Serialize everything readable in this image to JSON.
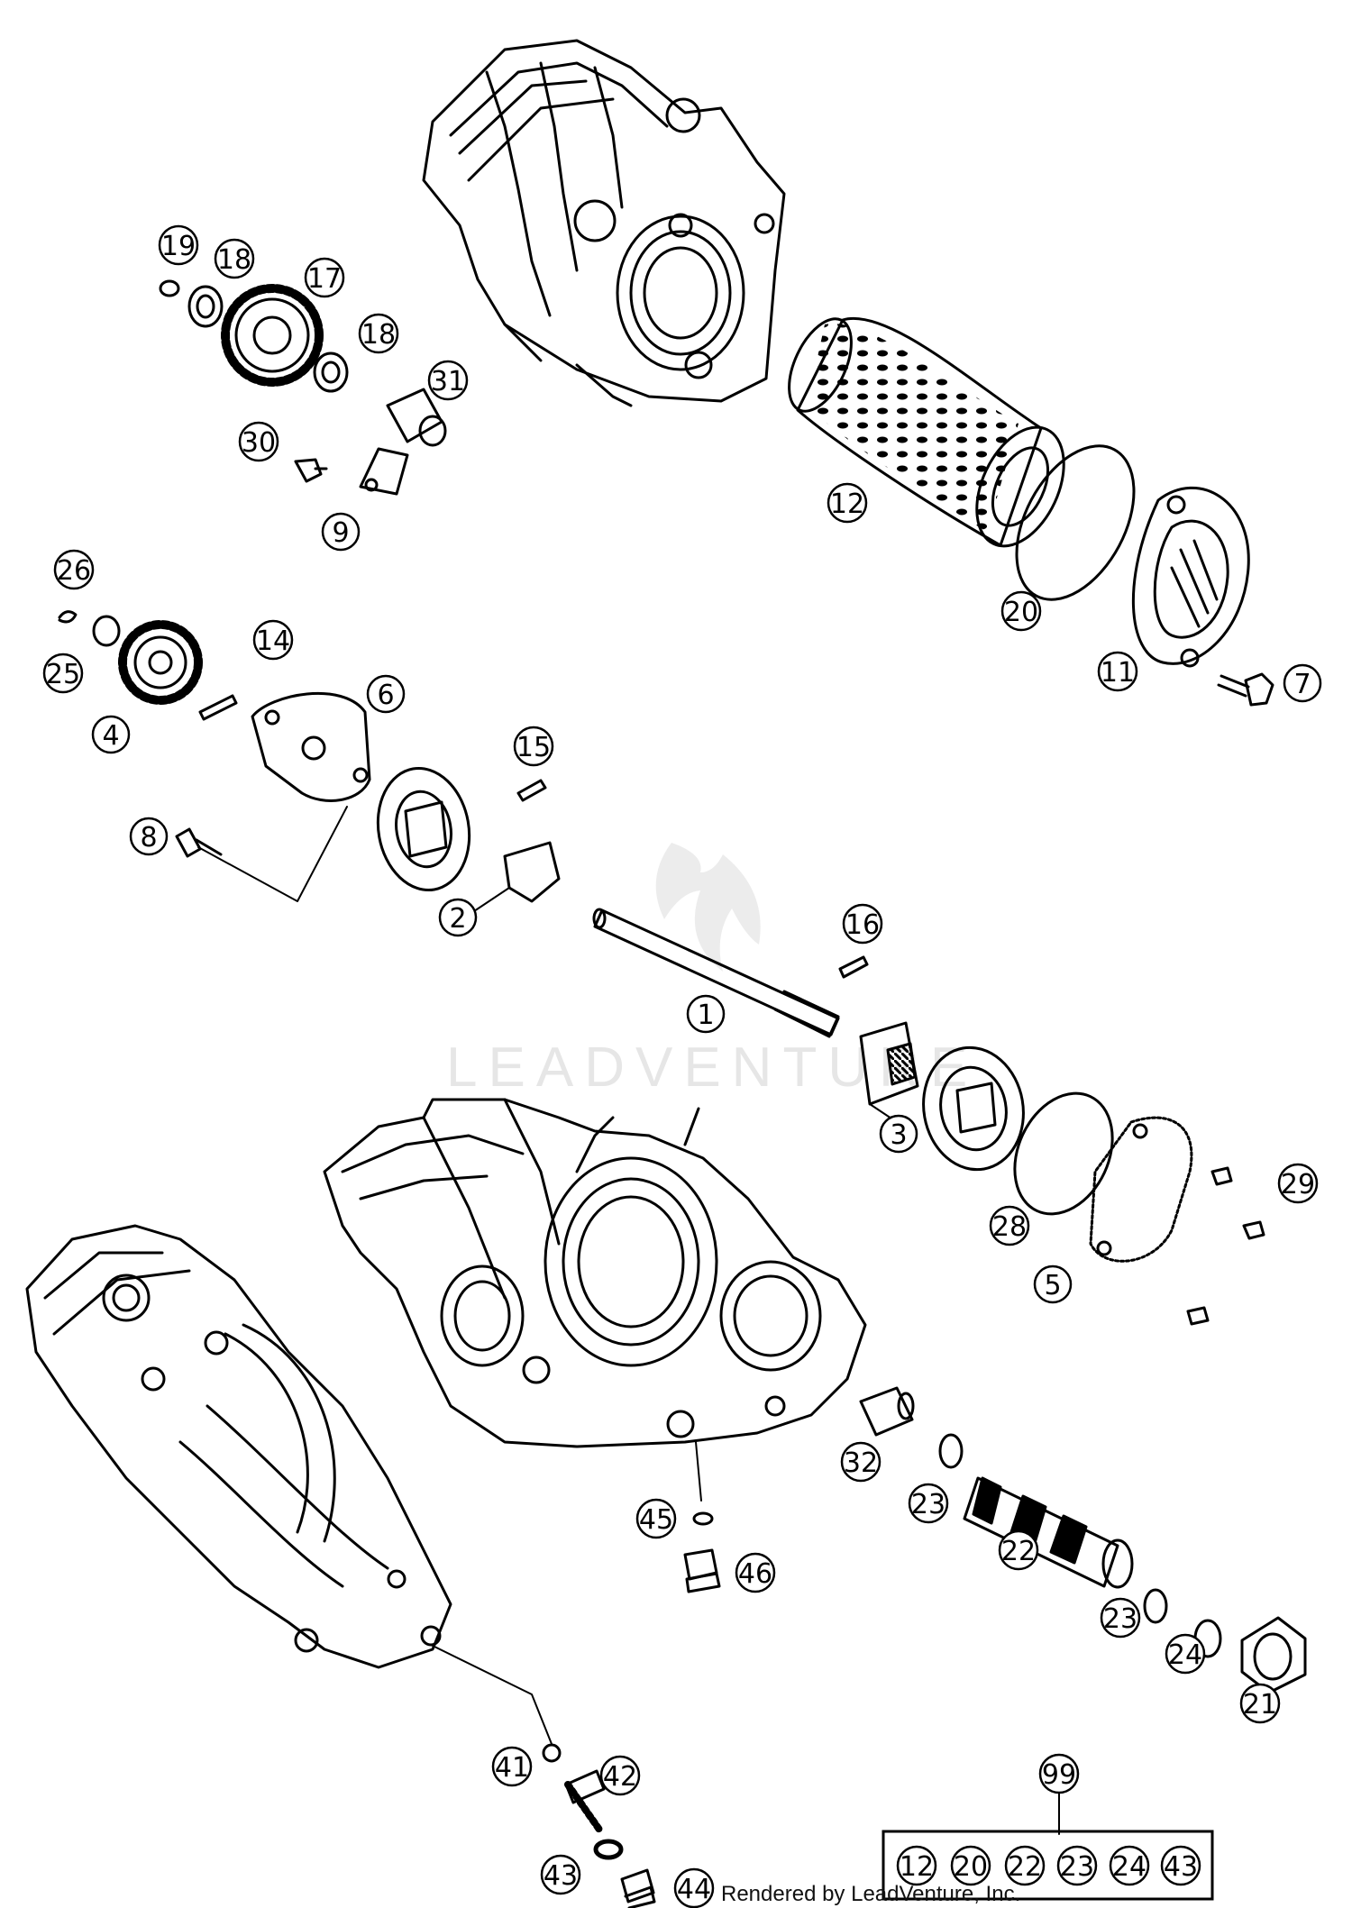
{
  "callouts": {
    "c1": "1",
    "c2": "2",
    "c3": "3",
    "c4": "4",
    "c5": "5",
    "c6": "6",
    "c7": "7",
    "c8": "8",
    "c9": "9",
    "c11": "11",
    "c12": "12",
    "c14": "14",
    "c15": "15",
    "c16": "16",
    "c17": "17",
    "c18a": "18",
    "c18b": "18",
    "c19": "19",
    "c20": "20",
    "c21": "21",
    "c22": "22",
    "c23a": "23",
    "c23b": "23",
    "c24": "24",
    "c25": "25",
    "c26": "26",
    "c28": "28",
    "c29": "29",
    "c30": "30",
    "c31": "31",
    "c32": "32",
    "c41": "41",
    "c42": "42",
    "c43": "43",
    "c44": "44",
    "c45": "45",
    "c46": "46",
    "c99": "99"
  },
  "kit_box": {
    "items": [
      "12",
      "20",
      "22",
      "23",
      "24",
      "43"
    ]
  },
  "watermark": "LEADVENTURE",
  "credit": "Rendered by LeadVenture, Inc."
}
